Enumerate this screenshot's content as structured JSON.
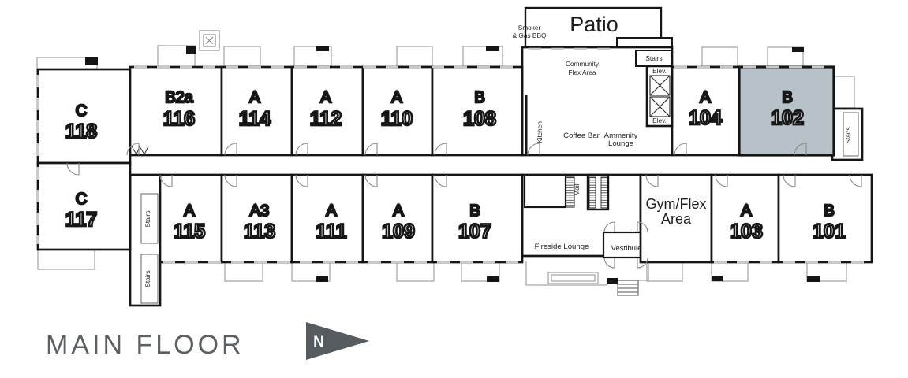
{
  "floor": {
    "title": "MAIN FLOOR",
    "north": "N"
  },
  "highlight": {
    "unit_number": "102",
    "color": "#b6c1c8"
  },
  "units": [
    {
      "type": "C",
      "number": "118",
      "highlighted": false
    },
    {
      "type": "B2a",
      "number": "116",
      "highlighted": false
    },
    {
      "type": "A",
      "number": "114",
      "highlighted": false
    },
    {
      "type": "A",
      "number": "112",
      "highlighted": false
    },
    {
      "type": "A",
      "number": "110",
      "highlighted": false
    },
    {
      "type": "B",
      "number": "108",
      "highlighted": false
    },
    {
      "type": "A",
      "number": "104",
      "highlighted": false
    },
    {
      "type": "B",
      "number": "102",
      "highlighted": true
    },
    {
      "type": "C",
      "number": "117",
      "highlighted": false
    },
    {
      "type": "A",
      "number": "115",
      "highlighted": false
    },
    {
      "type": "A3",
      "number": "113",
      "highlighted": false
    },
    {
      "type": "A",
      "number": "111",
      "highlighted": false
    },
    {
      "type": "A",
      "number": "109",
      "highlighted": false
    },
    {
      "type": "B",
      "number": "107",
      "highlighted": false
    },
    {
      "type": "A",
      "number": "103",
      "highlighted": false
    },
    {
      "type": "B",
      "number": "101",
      "highlighted": false
    }
  ],
  "areas": {
    "patio": "Patio",
    "smoker_bbq": [
      "Smoker",
      "& Gas BBQ"
    ],
    "community_flex": [
      "Community",
      "Flex Area"
    ],
    "kitchen": "Kitchen",
    "coffee_bar": "Coffee Bar",
    "amenity_lounge": [
      "Ammenity",
      "Lounge"
    ],
    "gym_flex": [
      "Gym/Flex",
      "Area"
    ],
    "fireside_lounge": "Fireside Lounge",
    "vestibule": "Vestibule",
    "mail": "Mail",
    "stairs": "Stairs",
    "elevator": "Elev."
  }
}
